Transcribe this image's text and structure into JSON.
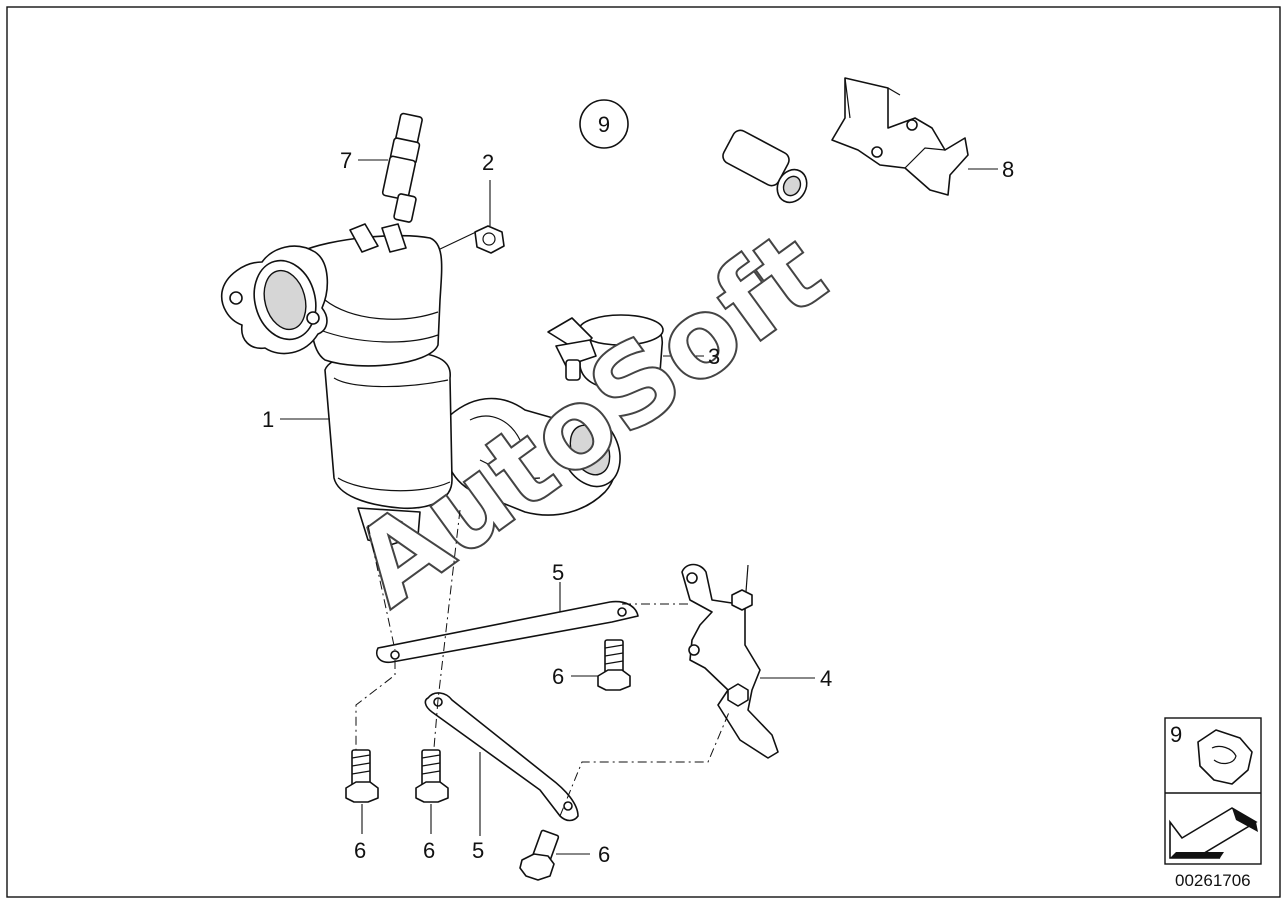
{
  "diagram": {
    "callouts": {
      "c1": "1",
      "c2": "2",
      "c3": "3",
      "c4": "4",
      "c5a": "5",
      "c5b": "5",
      "c6a": "6",
      "c6b": "6",
      "c6c": "6",
      "c6d": "6",
      "c7": "7",
      "c8": "8",
      "c9": "9",
      "c9legend": "9"
    },
    "watermark": "AutoSoft",
    "drawing_number": "00261706"
  }
}
